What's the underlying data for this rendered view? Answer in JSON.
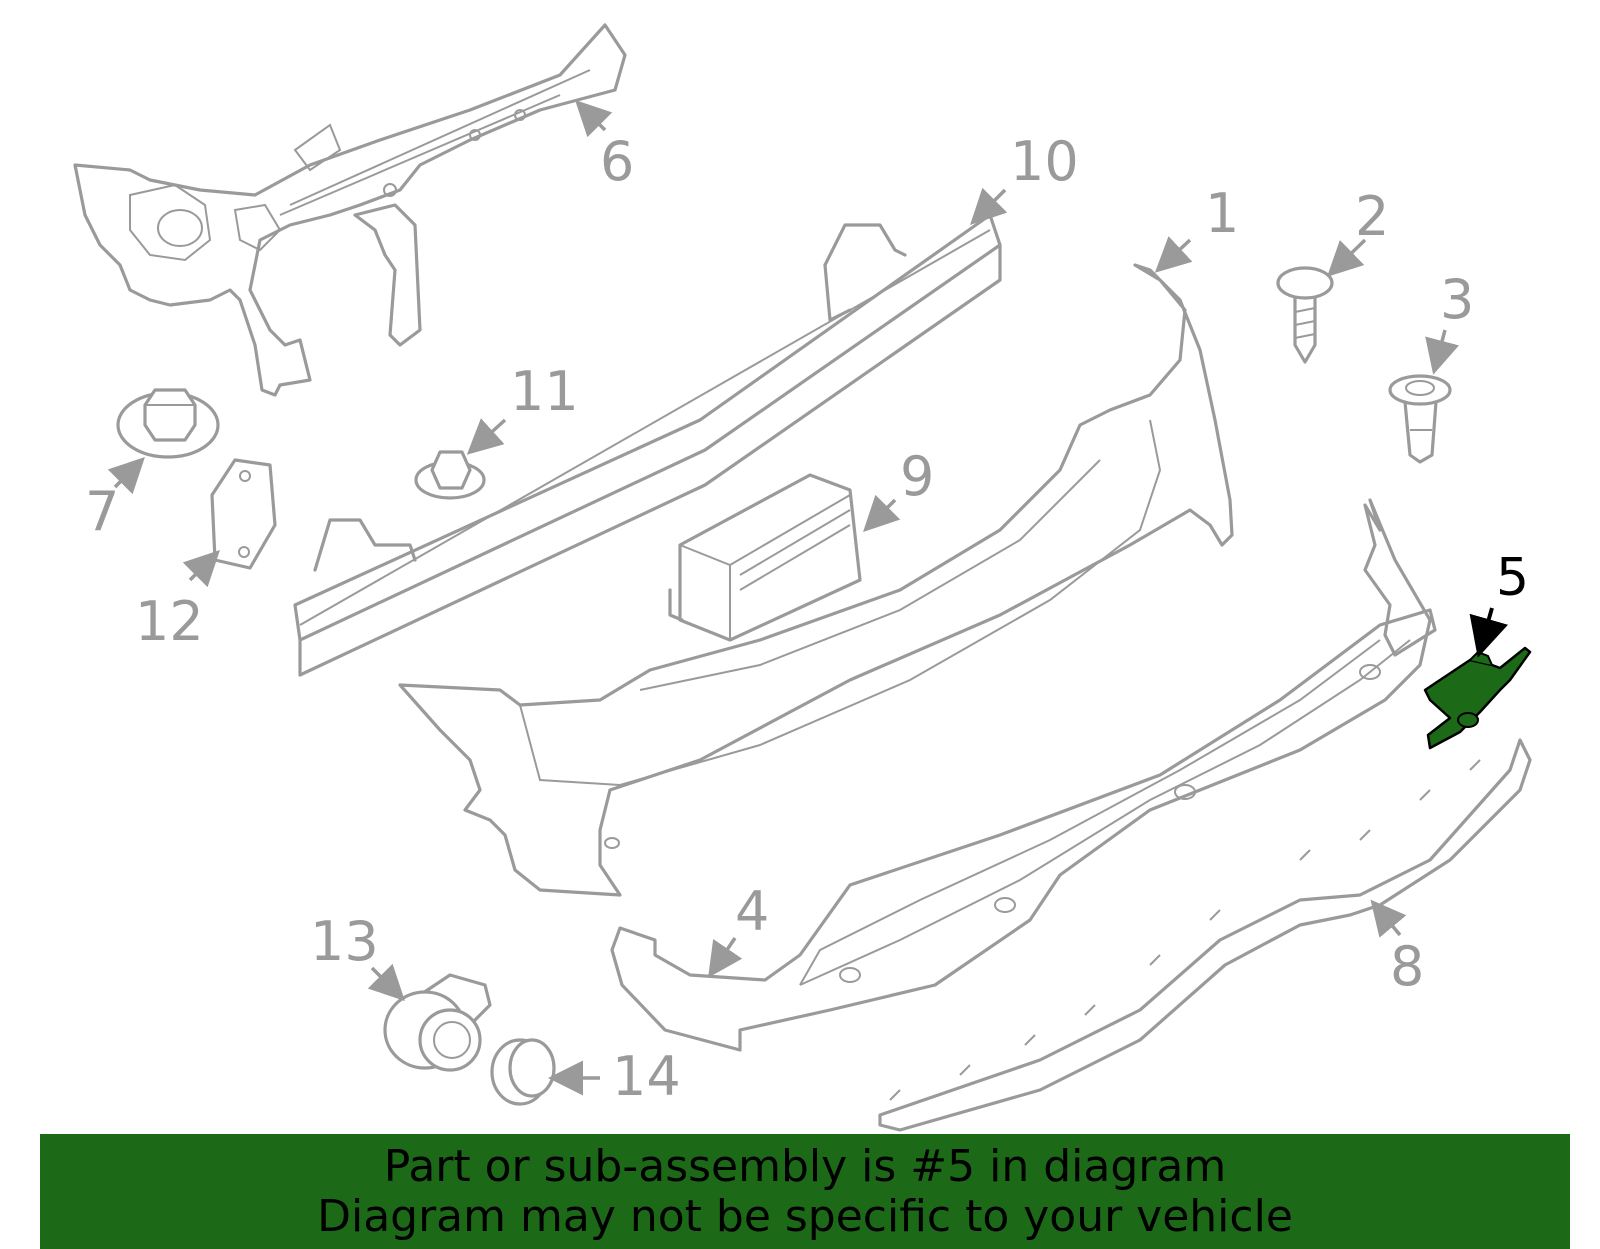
{
  "callouts": {
    "c1": "1",
    "c2": "2",
    "c3": "3",
    "c4": "4",
    "c5": "5",
    "c6": "6",
    "c7": "7",
    "c8": "8",
    "c9": "9",
    "c10": "10",
    "c11": "11",
    "c12": "12",
    "c13": "13",
    "c14": "14"
  },
  "highlighted_part": "5",
  "highlight_color": "#1c6a17",
  "banner": {
    "line1": "Part or sub-assembly is #5 in diagram",
    "line2": "Diagram may not be specific to your vehicle",
    "background": "#1c6a17"
  }
}
